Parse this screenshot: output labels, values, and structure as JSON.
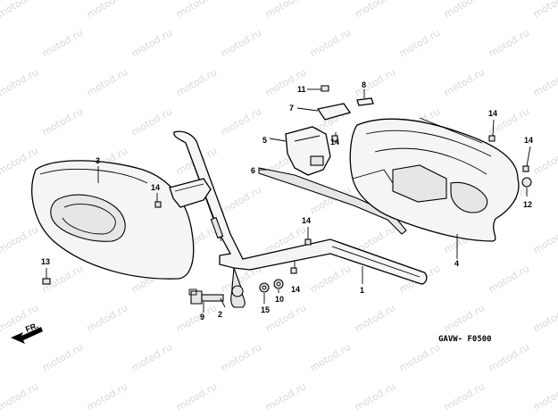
{
  "watermark": "motod.ru",
  "diagram_code": "GAVW- F0500",
  "direction_label": "FR.",
  "callouts": [
    {
      "id": "c1",
      "label": "1"
    },
    {
      "id": "c2",
      "label": "2"
    },
    {
      "id": "c3",
      "label": "3"
    },
    {
      "id": "c4",
      "label": "4"
    },
    {
      "id": "c5",
      "label": "5"
    },
    {
      "id": "c6",
      "label": "6"
    },
    {
      "id": "c7",
      "label": "7"
    },
    {
      "id": "c8",
      "label": "8"
    },
    {
      "id": "c9",
      "label": "9"
    },
    {
      "id": "c10",
      "label": "10"
    },
    {
      "id": "c11",
      "label": "11"
    },
    {
      "id": "c12",
      "label": "12"
    },
    {
      "id": "c13",
      "label": "13"
    },
    {
      "id": "c14a",
      "label": "14"
    },
    {
      "id": "c14b",
      "label": "14"
    },
    {
      "id": "c14c",
      "label": "14"
    },
    {
      "id": "c14d",
      "label": "14"
    },
    {
      "id": "c14e",
      "label": "14"
    },
    {
      "id": "c14f",
      "label": "14"
    },
    {
      "id": "c15",
      "label": "15"
    }
  ]
}
